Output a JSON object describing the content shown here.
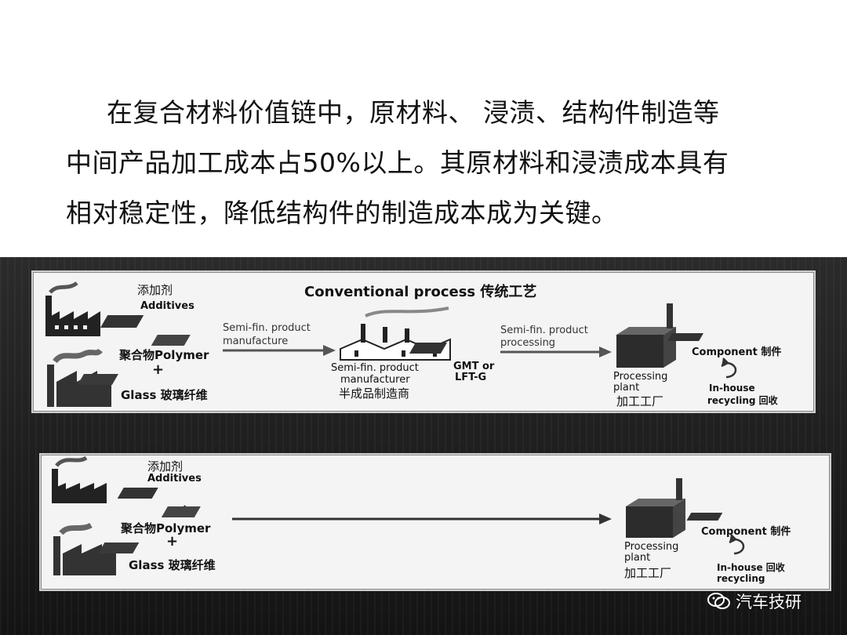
{
  "intro": {
    "line1": "在复合材料价值链中，原材料、 浸渍、结构件制造等",
    "line2": "中间产品加工成本占50%以上。其原材料和浸渍成本具有",
    "line3": "相对稳定性，降低结构件的制造成本成为关键。"
  },
  "conventional": {
    "title": "Conventional process 传统工艺",
    "additives_cn": "添加剂",
    "additives_en": "Additives",
    "polymer": "聚合物Polymer",
    "glass": "Glass 玻璃纤维",
    "arrow1_line1": "Semi-fin. product",
    "arrow1_line2": "manufacture",
    "manufacturer_line1": "Semi-fin. product",
    "manufacturer_line2": "manufacturer",
    "manufacturer_cn": "半成品制造商",
    "gmt_line1": "GMT or",
    "gmt_line2": "LFT-G",
    "arrow2_line1": "Semi-fin. product",
    "arrow2_line2": "processing",
    "plant_line1": "Processing",
    "plant_line2": "plant",
    "plant_cn": "加工工厂",
    "component": "Component 制件",
    "recycling_line1": "In-house",
    "recycling_line2": "recycling 回收"
  },
  "direct": {
    "additives_cn": "添加剂",
    "additives_en": "Additives",
    "polymer": "聚合物Polymer",
    "glass": "Glass 玻璃纤维",
    "plant_line1": "Processing",
    "plant_line2": "plant",
    "plant_cn": "加工工厂",
    "component": "Component 制件",
    "recycling_line1": "In-house 回收",
    "recycling_line2": "recycling"
  },
  "watermark": {
    "text": "汽车技研"
  },
  "icons": [
    "factory-icon",
    "plus-icon",
    "material-pellets-icon",
    "arrow-icon",
    "manufacturer-building-icon",
    "sheet-stack-icon",
    "processing-plant-icon",
    "component-icon",
    "recycling-icon",
    "wechat-icon"
  ]
}
